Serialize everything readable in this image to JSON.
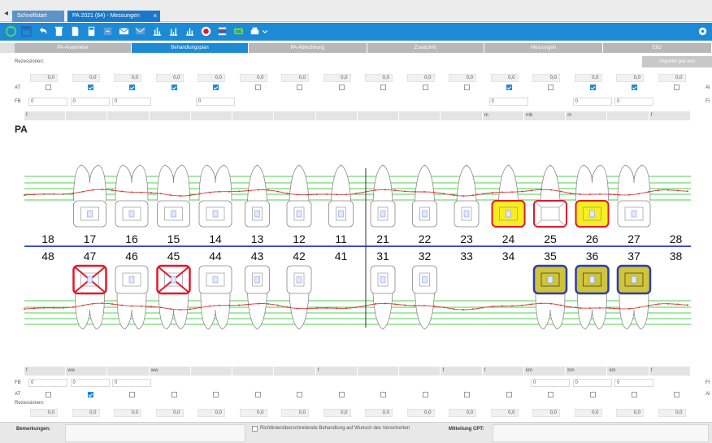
{
  "tabs": {
    "home": "Schnellstart",
    "active": "PA 2021 (64) - Messungen",
    "close": "×"
  },
  "sections": [
    "PA-Anamnese",
    "Behandlungsplan",
    "PA-Abrechnung",
    "Zusatzinfo",
    "Messungen",
    "EB2"
  ],
  "active_section": 1,
  "import_button": "Importer par ece",
  "labels": {
    "rezessionen_top": "Rezessionen:",
    "at": "AT",
    "fb": "FB",
    "at_right": "Al",
    "fb_right": "FI",
    "pa": "PA",
    "rezessionen_bottom": "Rezessionen:",
    "bemerkungen": "Bemerkungen:",
    "richtlinien": "Richtlinienüberschreitende Behandlung auf Wunsch des Versicherten",
    "mitteilung": "Mitteilung CPT:"
  },
  "upper_values": [
    "0,0",
    "0,0",
    "0,0",
    "0,0",
    "0,0",
    "0,0",
    "0,0",
    "0,0",
    "0,0",
    "0,0",
    "0,0",
    "0,0",
    "0,0",
    "0,0",
    "0,0",
    "0,0"
  ],
  "lower_values": [
    "0,0",
    "0,0",
    "0,0",
    "0,0",
    "0,0",
    "0,0",
    "0,0",
    "0,0",
    "0,0",
    "0,0",
    "0,0",
    "0,0",
    "0,0",
    "0,0",
    "0,0",
    "0,0"
  ],
  "upper_checks": [
    false,
    true,
    true,
    true,
    true,
    false,
    false,
    false,
    false,
    false,
    false,
    true,
    false,
    true,
    true,
    false
  ],
  "lower_checks": [
    false,
    true,
    false,
    false,
    false,
    false,
    false,
    false,
    false,
    false,
    false,
    false,
    false,
    false,
    false,
    false
  ],
  "fb_upper": [
    "0",
    "0",
    "0",
    "",
    "0",
    "",
    "",
    "",
    "",
    "",
    "",
    "0",
    "",
    "0",
    "0",
    ""
  ],
  "fb_lower": [
    "0",
    "0",
    "0",
    "",
    "",
    "",
    "",
    "",
    "",
    "",
    "",
    "",
    "0",
    "0",
    "0",
    ""
  ],
  "upper_marks": [
    "f",
    "",
    "",
    "",
    "",
    "",
    "",
    "",
    "",
    "",
    "",
    "m",
    "mb",
    "m",
    "",
    "f"
  ],
  "lower_marks": [
    "f",
    "ww",
    "",
    "ww",
    "",
    "",
    "",
    "f",
    "",
    "",
    "f",
    "f",
    "km",
    "bm",
    "km",
    "f"
  ],
  "upper_teeth": [
    "18",
    "17",
    "16",
    "15",
    "14",
    "13",
    "12",
    "11",
    "21",
    "22",
    "23",
    "24",
    "25",
    "26",
    "27",
    "28"
  ],
  "lower_teeth": [
    "48",
    "47",
    "46",
    "45",
    "44",
    "43",
    "42",
    "41",
    "31",
    "32",
    "33",
    "34",
    "35",
    "36",
    "37",
    "38"
  ],
  "colors": {
    "accent": "#1d8ad6",
    "highlight_yellow": "#f6ee1f",
    "crown_red": "#e2182b",
    "crown_blue": "#2b3fa8",
    "probe_red": "#d83a3a",
    "grid_green": "#4fd04f",
    "midline_blue": "#3b4fcf"
  },
  "icons": [
    "refresh-icon",
    "save-icon",
    "undo-icon",
    "delete-icon",
    "document-icon",
    "calculator-icon",
    "export-icon",
    "mail-icon",
    "mail-send-icon",
    "chart-l-icon",
    "chart-e-icon",
    "chart-f-icon",
    "record-icon",
    "list-icon",
    "pa-icon",
    "print-icon",
    "settings-gear-icon"
  ]
}
